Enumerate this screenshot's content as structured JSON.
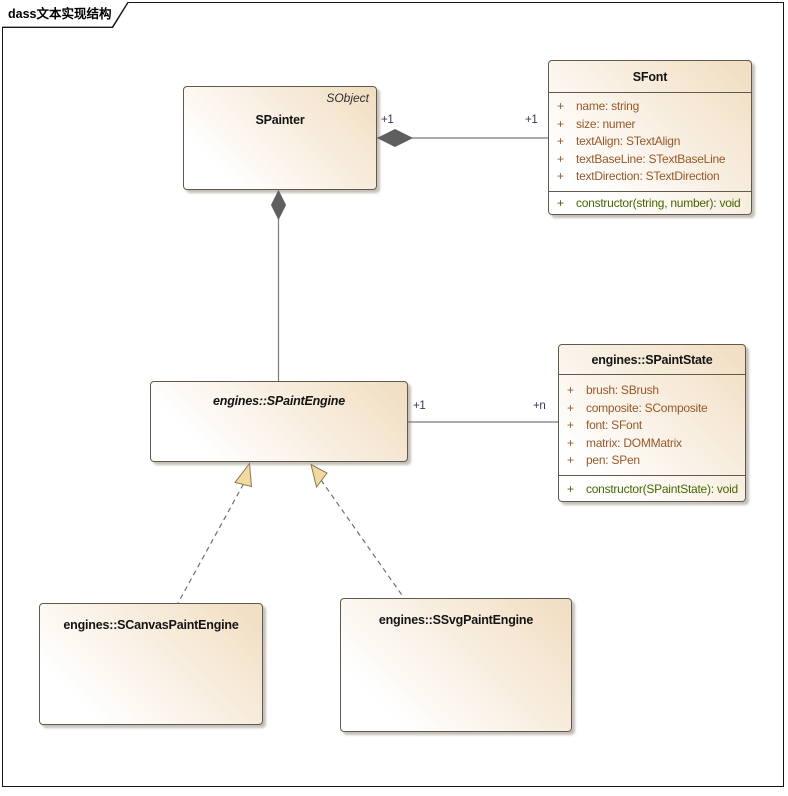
{
  "frame": {
    "label": "dass文本实现结构"
  },
  "classes": {
    "spainter": {
      "title": "SPainter",
      "annotation": "SObject"
    },
    "sfont": {
      "title": "SFont",
      "attributes": [
        {
          "vis": "+",
          "text": "name: string"
        },
        {
          "vis": "+",
          "text": "size: numer"
        },
        {
          "vis": "+",
          "text": "textAlign: STextAlign"
        },
        {
          "vis": "+",
          "text": "textBaseLine: STextBaseLine"
        },
        {
          "vis": "+",
          "text": "textDirection: STextDirection"
        }
      ],
      "operations": [
        {
          "vis": "+",
          "text": "constructor(string, number): void"
        }
      ]
    },
    "spaintengine": {
      "title": "engines::SPaintEngine"
    },
    "spaintstate": {
      "title": "engines::SPaintState",
      "attributes": [
        {
          "vis": "+",
          "text": "brush: SBrush"
        },
        {
          "vis": "+",
          "text": "composite: SComposite"
        },
        {
          "vis": "+",
          "text": "font: SFont"
        },
        {
          "vis": "+",
          "text": "matrix: DOMMatrix"
        },
        {
          "vis": "+",
          "text": "pen: SPen"
        }
      ],
      "operations": [
        {
          "vis": "+",
          "text": "constructor(SPaintState): void"
        }
      ]
    },
    "scanvaspaintengine": {
      "title": "engines::SCanvasPaintEngine"
    },
    "ssvgpaintengine": {
      "title": "engines::SSvgPaintEngine"
    }
  },
  "connectors": {
    "painter_font": {
      "type": "composition",
      "source_mult": "+1",
      "target_mult": "+1"
    },
    "painter_engine": {
      "type": "composition"
    },
    "engine_state": {
      "type": "association",
      "source_mult": "+1",
      "target_mult": "+n"
    },
    "canvas_engine": {
      "type": "generalization"
    },
    "svg_engine": {
      "type": "generalization"
    }
  },
  "colors": {
    "box_fill_light": "#ffffff",
    "box_fill_tan": "#f1ddc0",
    "box_border": "#60594e",
    "attribute_text": "#96582a",
    "operation_text": "#446600",
    "multiplicity_text": "#37375a",
    "connector_line": "#7a7a7a",
    "diamond_fill": "#5f5f5f",
    "arrow_fill": "#f2d9a2"
  }
}
